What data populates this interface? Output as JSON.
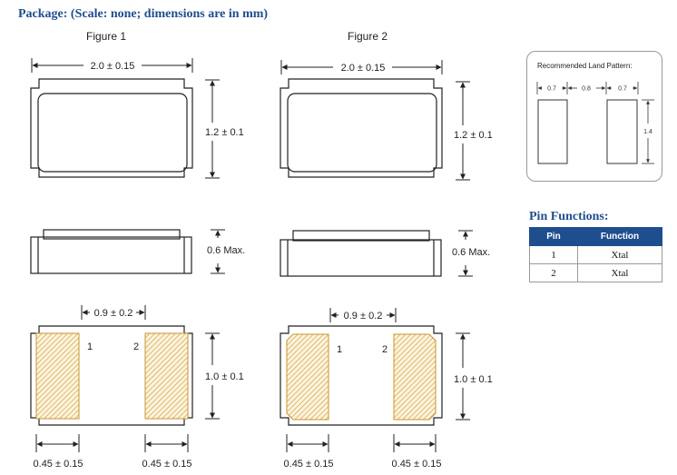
{
  "header": {
    "title": "Package: (Scale: none; dimensions are in mm)"
  },
  "figures": [
    {
      "label": "Figure 1"
    },
    {
      "label": "Figure 2"
    }
  ],
  "dimensions": {
    "length": "2.0 ± 0.15",
    "width": "1.2 ± 0.1",
    "height": "0.6 Max.",
    "pad_pitch": "0.9 ± 0.2",
    "pad_length": "1.0 ± 0.1",
    "pad_width": "0.45 ± 0.15"
  },
  "pads": {
    "pin1": "1",
    "pin2": "2"
  },
  "land_pattern": {
    "title": "Recommended Land Pattern:",
    "pad_width_a": "0.7",
    "gap": "0.8",
    "pad_width_b": "0.7",
    "pad_height": "1.4"
  },
  "pin_functions": {
    "title": "Pin Functions:",
    "headers": [
      "Pin",
      "Function"
    ],
    "rows": [
      {
        "pin": "1",
        "function": "Xtal"
      },
      {
        "pin": "2",
        "function": "Xtal"
      }
    ]
  },
  "colors": {
    "title": "#1f4e8f",
    "pad_fill": "#fdf3dc",
    "pad_hatch": "#c8962e",
    "dimension_line": "#222222"
  }
}
